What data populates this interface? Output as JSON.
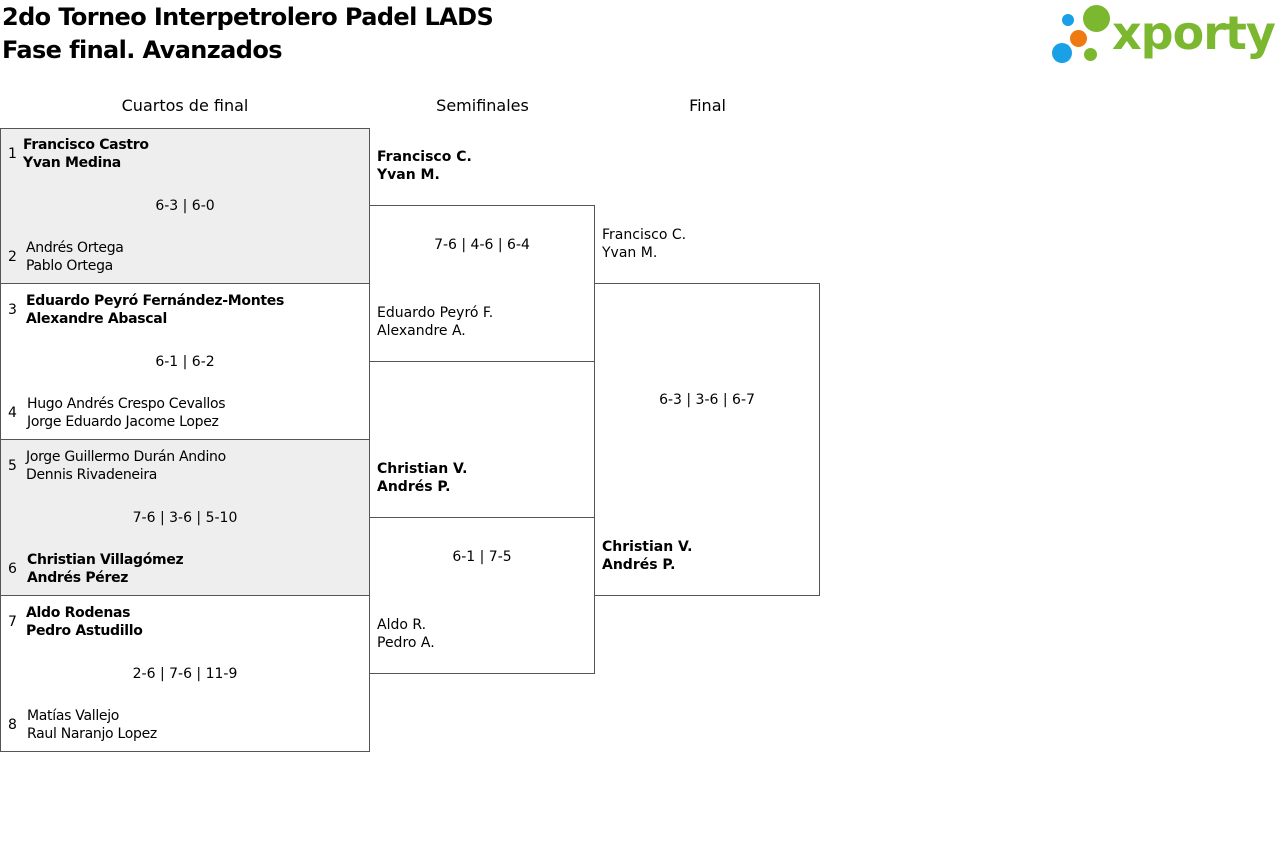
{
  "header": {
    "title": "2do Torneo Interpetrolero Padel LADS",
    "subtitle": "Fase final. Avanzados"
  },
  "logo": {
    "wordmark": "xporty",
    "colors": {
      "text": "#7cb82f",
      "dot_blue": "#1aa0e6",
      "dot_orange": "#ee7a11",
      "dot_green": "#7cb82f"
    }
  },
  "rounds": {
    "quarterfinals": "Cuartos de final",
    "semifinals": "Semifinales",
    "final": "Final"
  },
  "quarterfinals": [
    {
      "score": "6-3 | 6-0",
      "top": {
        "seed": "1",
        "p1": "Francisco Castro",
        "p2": "Yvan Medina",
        "winner": true
      },
      "bottom": {
        "seed": "2",
        "p1": "Andrés Ortega",
        "p2": "Pablo Ortega",
        "winner": false
      }
    },
    {
      "score": "6-1 | 6-2",
      "top": {
        "seed": "3",
        "p1": "Eduardo Peyró Fernández-Montes",
        "p2": "Alexandre Abascal",
        "winner": true
      },
      "bottom": {
        "seed": "4",
        "p1": "Hugo Andrés Crespo Cevallos",
        "p2": "Jorge Eduardo Jacome Lopez",
        "winner": false
      }
    },
    {
      "score": "7-6 | 3-6 | 5-10",
      "top": {
        "seed": "5",
        "p1": "Jorge Guillermo Durán Andino",
        "p2": "Dennis Rivadeneira",
        "winner": false
      },
      "bottom": {
        "seed": "6",
        "p1": "Christian Villagómez",
        "p2": "Andrés Pérez",
        "winner": true
      }
    },
    {
      "score": "2-6 | 7-6 | 11-9",
      "top": {
        "seed": "7",
        "p1": "Aldo Rodenas",
        "p2": "Pedro Astudillo",
        "winner": true
      },
      "bottom": {
        "seed": "8",
        "p1": "Matías Vallejo",
        "p2": "Raul Naranjo Lopez",
        "winner": false
      }
    }
  ],
  "semifinals": [
    {
      "score": "7-6 | 4-6 | 6-4",
      "top": {
        "p1": "Francisco C.",
        "p2": "Yvan M.",
        "winner": true
      },
      "bottom": {
        "p1": "Eduardo Peyró F.",
        "p2": "Alexandre A.",
        "winner": false
      }
    },
    {
      "score": "6-1 | 7-5",
      "top": {
        "p1": "Christian V.",
        "p2": "Andrés P.",
        "winner": true
      },
      "bottom": {
        "p1": "Aldo R.",
        "p2": "Pedro A.",
        "winner": false
      }
    }
  ],
  "final": {
    "score": "6-3 | 3-6 | 6-7",
    "top": {
      "p1": "Francisco C.",
      "p2": "Yvan M.",
      "winner": false
    },
    "bottom": {
      "p1": "Christian V.",
      "p2": "Andrés P.",
      "winner": true
    }
  }
}
